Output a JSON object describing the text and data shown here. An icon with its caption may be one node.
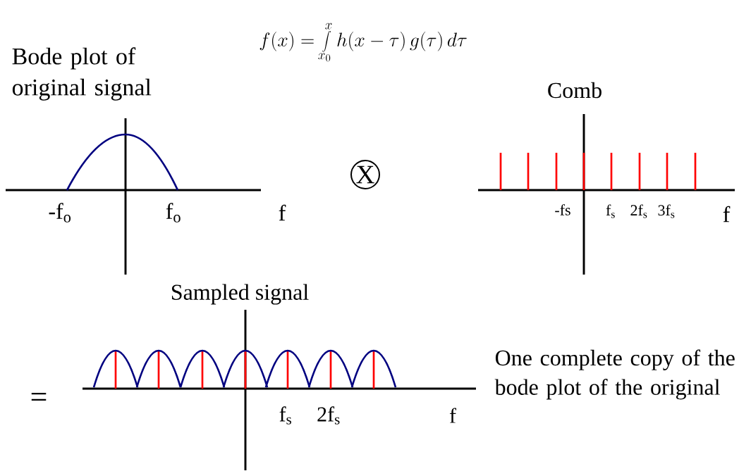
{
  "diagram": {
    "labels": [
      "f(x)=\\int\\limits_{x_0}^{x} h(x-\\tau)\\,g(\\tau)\\,d\\tau",
      "Bode plot of original signal",
      "Comb",
      "X",
      "-f$_{o}$",
      "f$_{o}$",
      "f",
      "-fs",
      "f$_{s}$",
      "2f$_{s}$",
      "3f$_{s}$",
      "f",
      "Sampled signal",
      "One complete copy of the bode plot of the original",
      "=",
      "f$_{s}$",
      "2f$_{s}$",
      "f"
    ]
  }
}
